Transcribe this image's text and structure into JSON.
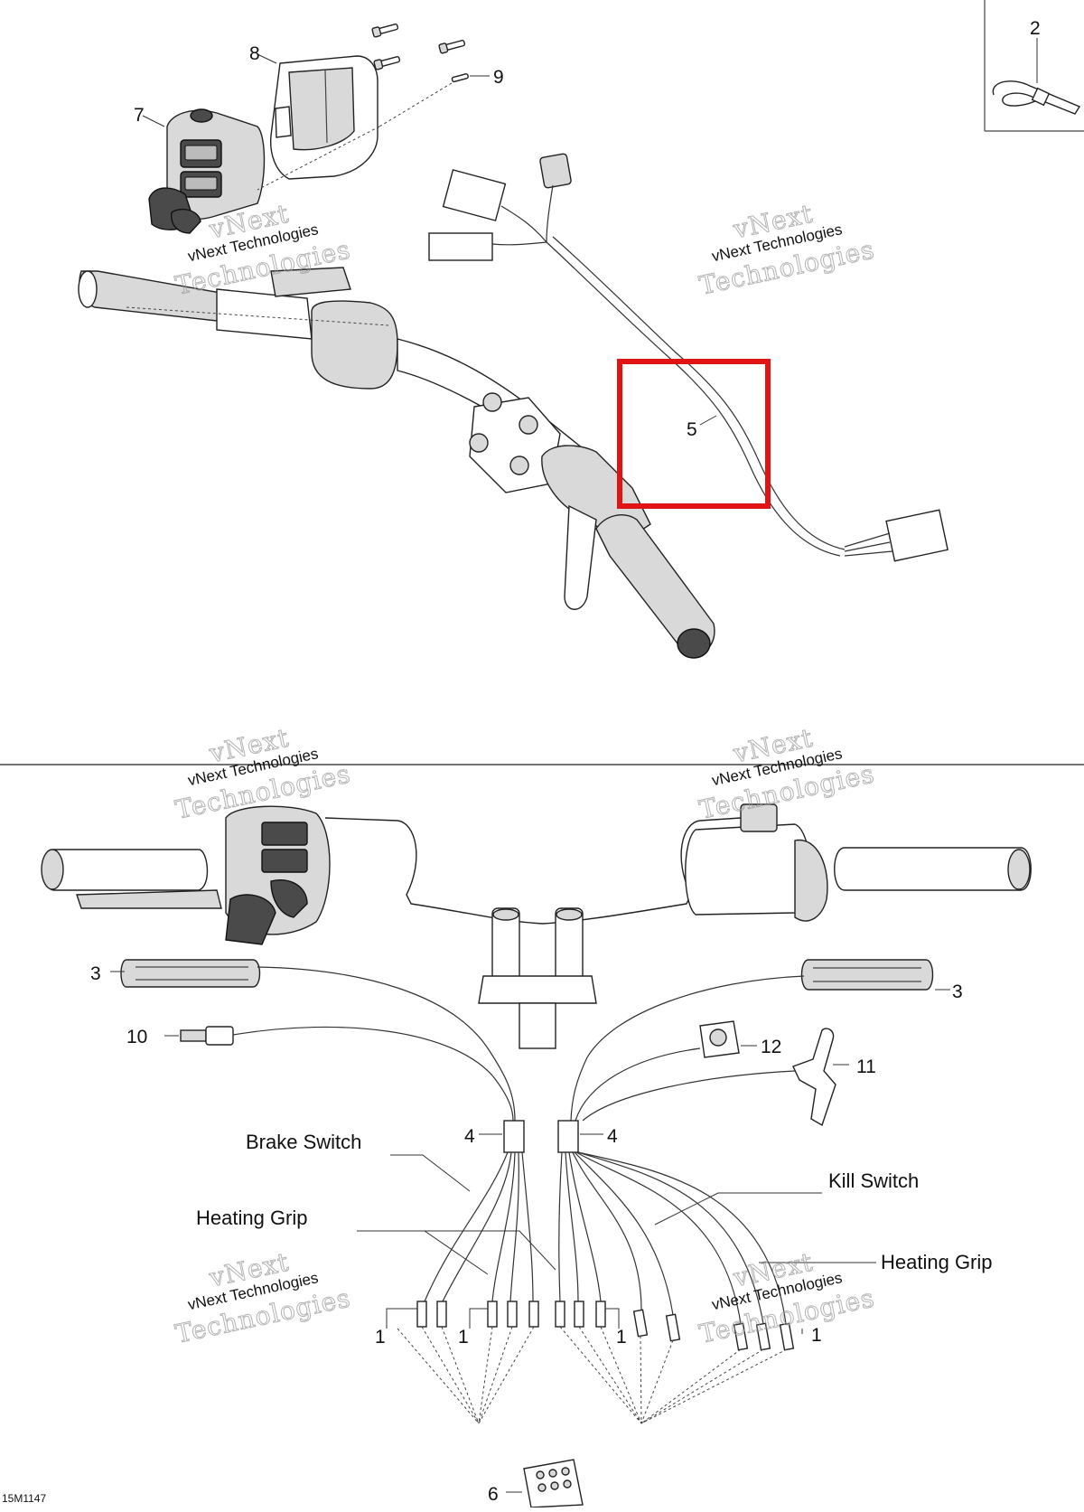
{
  "callouts": {
    "c1a": "1",
    "c1b": "1",
    "c1c": "1",
    "c1d": "1",
    "c2": "2",
    "c3a": "3",
    "c3b": "3",
    "c4a": "4",
    "c4b": "4",
    "c5": "5",
    "c6": "6",
    "c7": "7",
    "c8": "8",
    "c9": "9",
    "c10": "10",
    "c11": "11",
    "c12": "12"
  },
  "labels": {
    "brake_switch": "Brake Switch",
    "heating_grip_left": "Heating Grip",
    "heating_grip_right": "Heating Grip",
    "kill_switch": "Kill Switch"
  },
  "watermark": {
    "line1": "vNext",
    "line2": "vNext Technologies",
    "line3": "Technologies"
  },
  "figure_code": "15M1147",
  "colors": {
    "highlight": "#e01414",
    "line": "#333333"
  }
}
